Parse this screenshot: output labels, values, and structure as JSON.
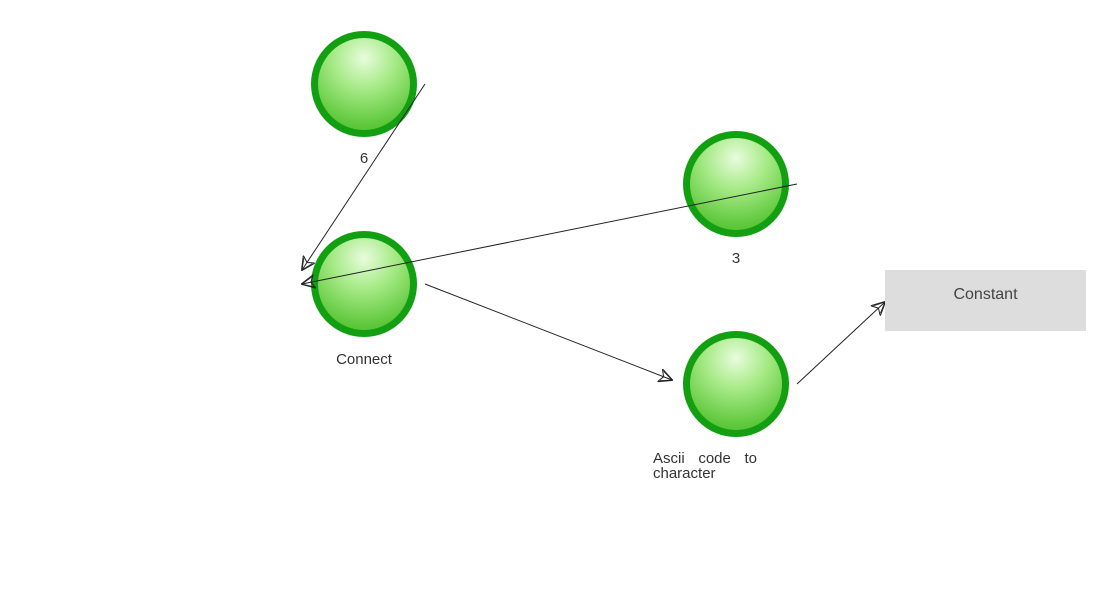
{
  "diagram": {
    "nodes": {
      "six": {
        "label": "6"
      },
      "three": {
        "label": "3"
      },
      "connect": {
        "label": "Connect"
      },
      "ascii": {
        "label": "Ascii code to character"
      },
      "constant": {
        "label": "Constant"
      }
    },
    "edges": [
      {
        "from": "six",
        "to": "connect"
      },
      {
        "from": "three",
        "to": "connect"
      },
      {
        "from": "connect",
        "to": "ascii"
      },
      {
        "from": "ascii",
        "to": "constant"
      }
    ],
    "colors": {
      "node_ring": "#12a012",
      "node_fill_light": "#e4fbd8",
      "node_fill_dark": "#5cc83a",
      "edge": "#222222",
      "box_fill": "#dddddd"
    }
  }
}
